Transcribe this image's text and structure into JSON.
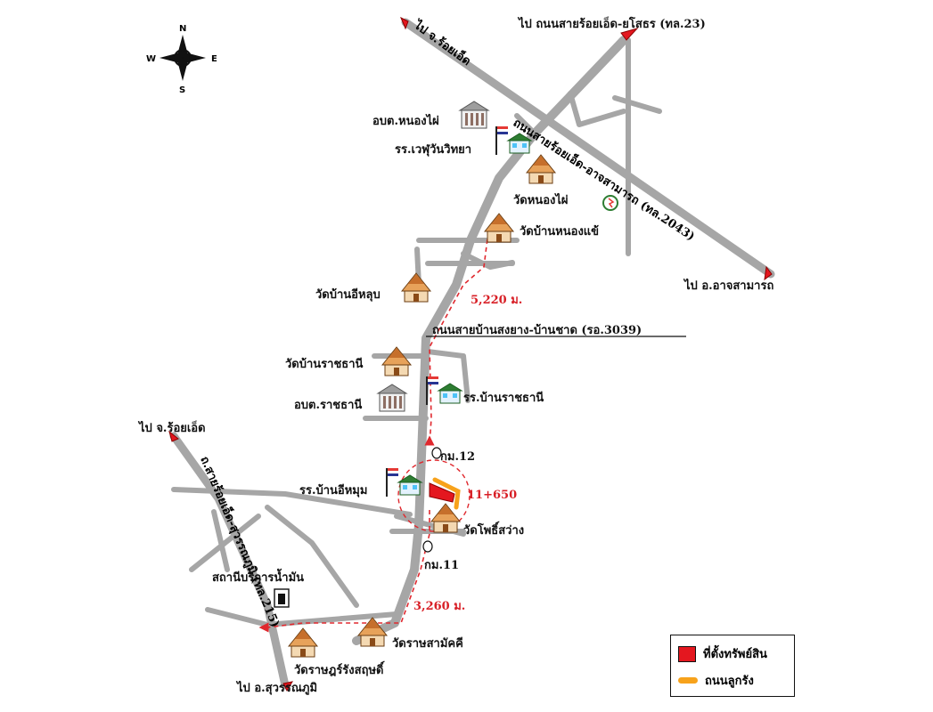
{
  "compass": {
    "n": "N",
    "s": "S",
    "e": "E",
    "w": "W"
  },
  "roads": {
    "to_roiet_top": "ไป จ.ร้อยเอ็ด",
    "to_yasothon": "ไป ถนนสายร้อยเอ็ด-ยโสธร (ทล.23)",
    "hwy2043": "ถนนสายร้อยเอ็ด-อาจสามารถ (ทล.2043)",
    "to_atsamat": "ไป อ.อาจสามารถ",
    "rd3039": "ถนนสายบ้านสงยาง-บ้านชาด (รอ.3039)",
    "to_roiet_left": "ไป จ.ร้อยเอ็ด",
    "hwy215": "ถ.สายร้อยเอ็ด-สุวรรณภูมิ (ทล.215)",
    "to_suwannaphum": "ไป อ.สุวรรณภูมิ"
  },
  "places": {
    "obt_nongphai": "อบต.หนองไผ่",
    "school_wephu": "รร.เวฬุวันวิทยา",
    "wat_nongphai": "วัดหนองไผ่",
    "wat_ban_nongkhae": "วัดบ้านหนองแข้",
    "wat_ban_ilup": "วัดบ้านอีหลุบ",
    "wat_ban_ratchathani": "วัดบ้านราชธานี",
    "school_ban_ratchathani": "รร.บ้านราชธานี",
    "obt_ratchathani": "อบต.ราชธานี",
    "school_ban_ihum": "รร.บ้านอีหมุม",
    "wat_phosawang": "วัดโพธิ์สว่าง",
    "gas_station": "สถานีบริการน้ำมัน",
    "wat_ratsamakkhi": "วัดราษสามัคคี",
    "wat_rat_rangsan": "วัดราษฎร์รังสฤษดิ์"
  },
  "markers": {
    "km12": "กม.12",
    "km11": "กม.11",
    "chainage": "11+650"
  },
  "distances": {
    "north": "5,220 ม.",
    "south": "3,260 ม."
  },
  "legend": {
    "property": "ที่ตั้งทรัพย์สิน",
    "driveway": "ถนนลูกรัง"
  },
  "colors": {
    "road": "#a6a6a6",
    "route": "#e0282e",
    "property": "#e4171f",
    "driveway": "#f7a21b"
  }
}
